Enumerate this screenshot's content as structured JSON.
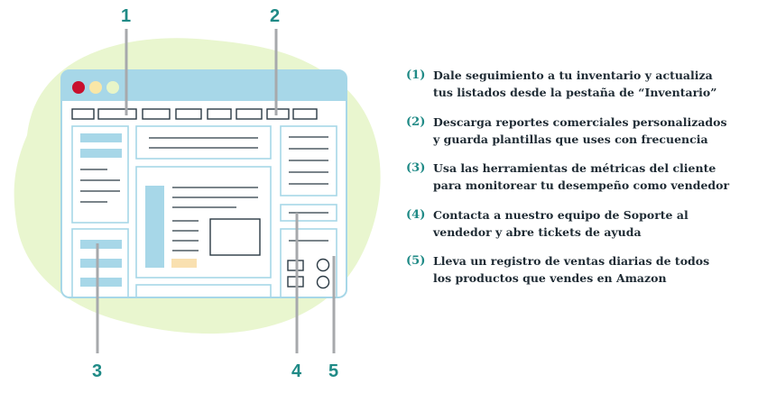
{
  "diagram": {
    "callouts": [
      "1",
      "2",
      "3",
      "4",
      "5"
    ]
  },
  "legend": {
    "items": [
      {
        "num": "(1)",
        "text": "Dale seguimiento a tu inventario y actualiza tus listados desde la pestaña de “Inventario”"
      },
      {
        "num": "(2)",
        "text": "Descarga reportes comerciales personalizados y guarda plantillas que uses con frecuencia"
      },
      {
        "num": "(3)",
        "text": "Usa las herramientas de métricas del cliente para monitorear tu desempeño como vendedor"
      },
      {
        "num": "(4)",
        "text": "Contacta a nuestro equipo de Soporte al vendedor y abre tickets de ayuda"
      },
      {
        "num": "(5)",
        "text": "Lleva un registro de ventas diarias de todos los productos que vendes en Amazon"
      }
    ]
  },
  "colors": {
    "blob": "#e9f6cf",
    "frame_outline": "#a7d7e8",
    "titlebar": "#a7d7e8",
    "accent_bar": "#a7d7e8",
    "dot_red": "#c8102e",
    "dot_yellow": "#f9e7a7",
    "dot_green": "#e8f5c8",
    "highlight": "#f9e0b0",
    "text_lines": "#2b3a44",
    "callout": "#1f8a86",
    "pointer_line": "#a7a9ac"
  }
}
